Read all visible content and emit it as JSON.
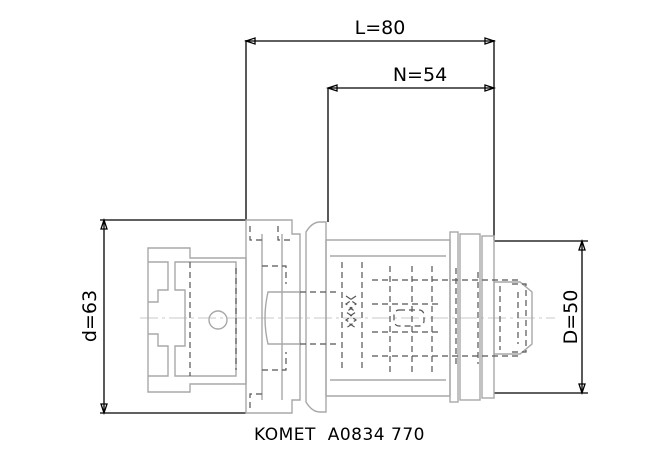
{
  "dimensions": {
    "overall_length": "L=80",
    "nominal_length": "N=54",
    "shank_diameter": "d=63",
    "head_diameter": "D=50"
  },
  "caption": "KOMET  A0834 770",
  "colors": {
    "dimension_lines": "#000000",
    "part_outline": "#a8a8a8",
    "hidden_lines": "#555555",
    "centerline": "#c8c8c8"
  }
}
